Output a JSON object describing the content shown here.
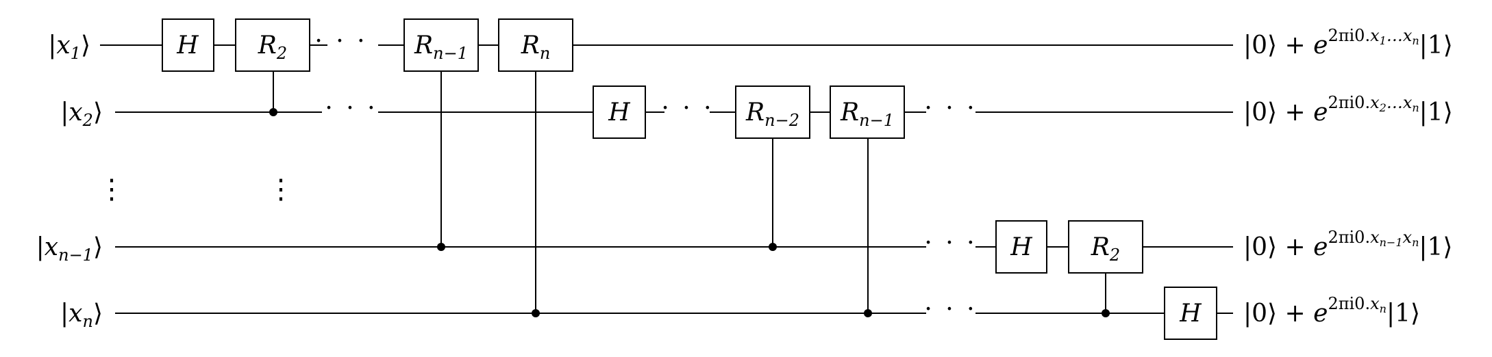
{
  "qubits": [
    {
      "base": "x",
      "sub": "1"
    },
    {
      "base": "x",
      "sub": "2"
    },
    {
      "base": "x",
      "sub": "n−1"
    },
    {
      "base": "x",
      "sub": "n"
    }
  ],
  "gates": {
    "H": {
      "base": "H",
      "sub": ""
    },
    "R2": {
      "base": "R",
      "sub": "2"
    },
    "Rn_minus_1": {
      "base": "R",
      "sub": "n−1"
    },
    "Rn": {
      "base": "R",
      "sub": "n"
    },
    "Rn_minus_2": {
      "base": "R",
      "sub": "n−2"
    }
  },
  "outputs": [
    {
      "ket0": "|0⟩ + ",
      "e": "e",
      "exp": "2πi0.",
      "exp_vars": "x",
      "exp_sub1": "1",
      "exp_mid": "…x",
      "exp_sub2": "n",
      "ket1": "|1⟩"
    },
    {
      "ket0": "|0⟩ + ",
      "e": "e",
      "exp": "2πi0.",
      "exp_vars": "x",
      "exp_sub1": "2",
      "exp_mid": "…x",
      "exp_sub2": "n",
      "ket1": "|1⟩"
    },
    {
      "ket0": "|0⟩ + ",
      "e": "e",
      "exp": "2πi0.",
      "exp_vars": "x",
      "exp_sub1": "n−1",
      "exp_mid": "x",
      "exp_sub2": "n",
      "ket1": "|1⟩"
    },
    {
      "ket0": "|0⟩ + ",
      "e": "e",
      "exp": "2πi0.",
      "exp_vars": "x",
      "exp_sub1": "n",
      "exp_mid": "",
      "exp_sub2": "",
      "ket1": "|1⟩"
    }
  ],
  "ellipsis_h": "· · ·",
  "ellipsis_v": "⋮",
  "ket_open": "|",
  "ket_close": "⟩"
}
